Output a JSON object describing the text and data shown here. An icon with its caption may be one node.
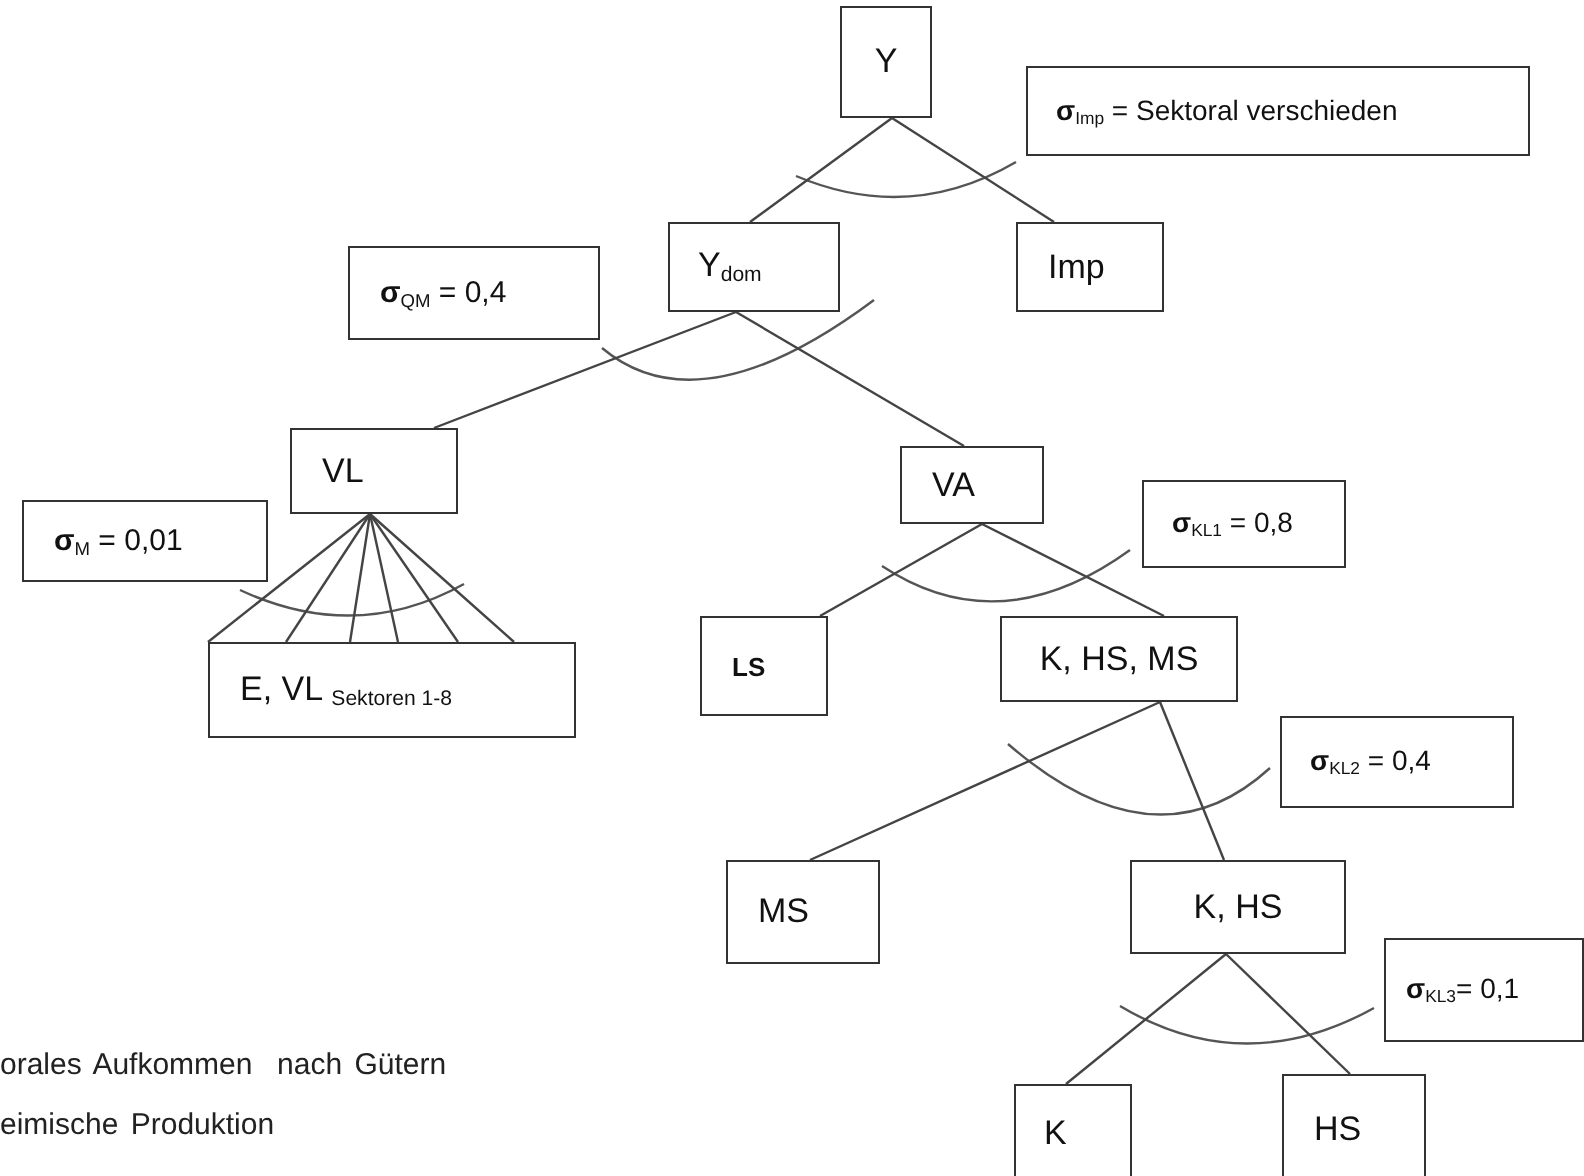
{
  "diagram": {
    "nodes": [
      {
        "text": [
          "Y"
        ]
      },
      {
        "text": [
          "**σ**$_{Imp}$ = Sektoral verschieden"
        ]
      },
      {
        "text": [
          "Y$_{dom}$"
        ]
      },
      {
        "text": [
          "Imp"
        ]
      },
      {
        "text": [
          "**σ**$_{QM}$ = 0,4"
        ]
      },
      {
        "text": [
          "VL"
        ]
      },
      {
        "text": [
          "VA"
        ]
      },
      {
        "text": [
          "**σ**$_{M}$ = 0,01"
        ]
      },
      {
        "text": [
          "**σ**$_{KL1}$ = 0,8"
        ]
      },
      {
        "text": [
          "E, VL $_{Sektoren 1-8}$"
        ]
      },
      {
        "text": [
          "LS"
        ]
      },
      {
        "text": [
          "K, HS, MS"
        ]
      },
      {
        "text": [
          "**σ**$_{KL2}$ = 0,4"
        ]
      },
      {
        "text": [
          "MS"
        ]
      },
      {
        "text": [
          "K, HS"
        ]
      },
      {
        "text": [
          "**σ**$_{KL3}$= 0,1"
        ]
      },
      {
        "text": [
          "K"
        ]
      },
      {
        "text": [
          "HS"
        ]
      }
    ],
    "edges": [
      {
        "from": 0,
        "to": 2,
        "arrow": "none"
      },
      {
        "from": 0,
        "to": 3,
        "arrow": "none"
      },
      {
        "from": 2,
        "to": 5,
        "arrow": "none"
      },
      {
        "from": 2,
        "to": 6,
        "arrow": "none"
      },
      {
        "from": 5,
        "to": 9,
        "arrow": "none"
      },
      {
        "from": 5,
        "to": 9,
        "arrow": "none"
      },
      {
        "from": 5,
        "to": 9,
        "arrow": "none"
      },
      {
        "from": 5,
        "to": 9,
        "arrow": "none"
      },
      {
        "from": 5,
        "to": 9,
        "arrow": "none"
      },
      {
        "from": 5,
        "to": 9,
        "arrow": "none"
      },
      {
        "from": 6,
        "to": 10,
        "arrow": "none"
      },
      {
        "from": 6,
        "to": 11,
        "arrow": "none"
      },
      {
        "from": 11,
        "to": 13,
        "arrow": "none"
      },
      {
        "from": 11,
        "to": 14,
        "arrow": "none"
      },
      {
        "from": 14,
        "to": 16,
        "arrow": "none"
      },
      {
        "from": 14,
        "to": 17,
        "arrow": "none"
      }
    ],
    "labels": [
      "orales Aufkommen  nach Gütern",
      "eimische Produktion"
    ]
  }
}
